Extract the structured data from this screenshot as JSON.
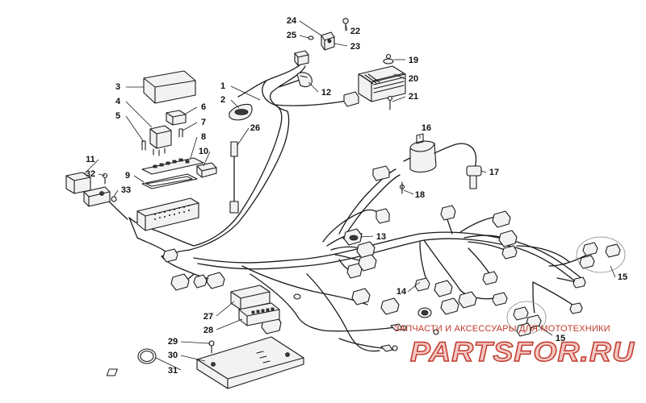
{
  "callouts": [
    {
      "num": "1",
      "name": "callout-1"
    },
    {
      "num": "2",
      "name": "callout-2"
    },
    {
      "num": "3",
      "name": "callout-3"
    },
    {
      "num": "4",
      "name": "callout-4"
    },
    {
      "num": "5",
      "name": "callout-5"
    },
    {
      "num": "6",
      "name": "callout-6"
    },
    {
      "num": "7",
      "name": "callout-7"
    },
    {
      "num": "8",
      "name": "callout-8"
    },
    {
      "num": "9",
      "name": "callout-9"
    },
    {
      "num": "10",
      "name": "callout-10"
    },
    {
      "num": "11",
      "name": "callout-11"
    },
    {
      "num": "12",
      "name": "callout-12"
    },
    {
      "num": "13",
      "name": "callout-13"
    },
    {
      "num": "14",
      "name": "callout-14"
    },
    {
      "num": "15",
      "name": "callout-15"
    },
    {
      "num": "15",
      "name": "callout-15b"
    },
    {
      "num": "16",
      "name": "callout-16"
    },
    {
      "num": "17",
      "name": "callout-17"
    },
    {
      "num": "18",
      "name": "callout-18"
    },
    {
      "num": "19",
      "name": "callout-19"
    },
    {
      "num": "20",
      "name": "callout-20"
    },
    {
      "num": "21",
      "name": "callout-21"
    },
    {
      "num": "22",
      "name": "callout-22"
    },
    {
      "num": "23",
      "name": "callout-23"
    },
    {
      "num": "24",
      "name": "callout-24"
    },
    {
      "num": "25",
      "name": "callout-25"
    },
    {
      "num": "26",
      "name": "callout-26"
    },
    {
      "num": "27",
      "name": "callout-27"
    },
    {
      "num": "28",
      "name": "callout-28"
    },
    {
      "num": "29",
      "name": "callout-29"
    },
    {
      "num": "30",
      "name": "callout-30"
    },
    {
      "num": "31",
      "name": "callout-31"
    },
    {
      "num": "32",
      "name": "callout-32"
    },
    {
      "num": "33",
      "name": "callout-33"
    }
  ],
  "watermark": {
    "caption": "ЗАПЧАСТИ И АКСЕССУАРЫ ДЛЯ МОТОТЕХНИКИ",
    "logo_text": "PARTSFOR.RU",
    "color": "#c0392b"
  },
  "colors": {
    "line": "#1a1a1a",
    "background": "#ffffff"
  }
}
